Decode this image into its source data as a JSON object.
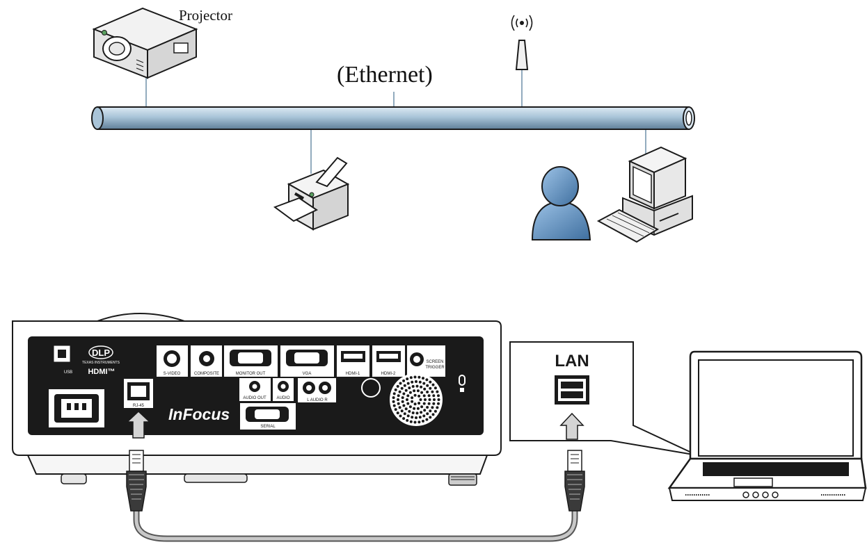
{
  "network": {
    "projector_label": "Projector",
    "ethernet_label": "(Ethernet)",
    "antenna_signal": "((•))"
  },
  "panel": {
    "brand": "InFocus",
    "dlp": "DLP",
    "dlp_sub": "TEXAS INSTRUMENTS",
    "hdmi_logo": "HDMI™",
    "ports": {
      "usb": "USB",
      "svideo": "S-VIDEO",
      "composite": "COMPOSITE",
      "monitor_out": "MONITOR OUT",
      "vga": "VGA",
      "hdmi1": "HDMI-1",
      "hdmi2": "HDMI-2",
      "screen_trigger_1": "SCREEN",
      "screen_trigger_2": "TRIGGER",
      "rj45": "RJ-45",
      "audio_out": "AUDIO OUT",
      "audio": "AUDIO",
      "audio_lr": "L AUDIO R",
      "serial": "SERIAL"
    }
  },
  "callout": {
    "lan_label": "LAN"
  },
  "colors": {
    "pipe": "#a9c4d8",
    "pipe_dark": "#6d8fa8",
    "person": "#5b87b8",
    "panel": "#1a1a1a",
    "cable": "#9a9a9a",
    "arrow": "#cfcfcf"
  }
}
